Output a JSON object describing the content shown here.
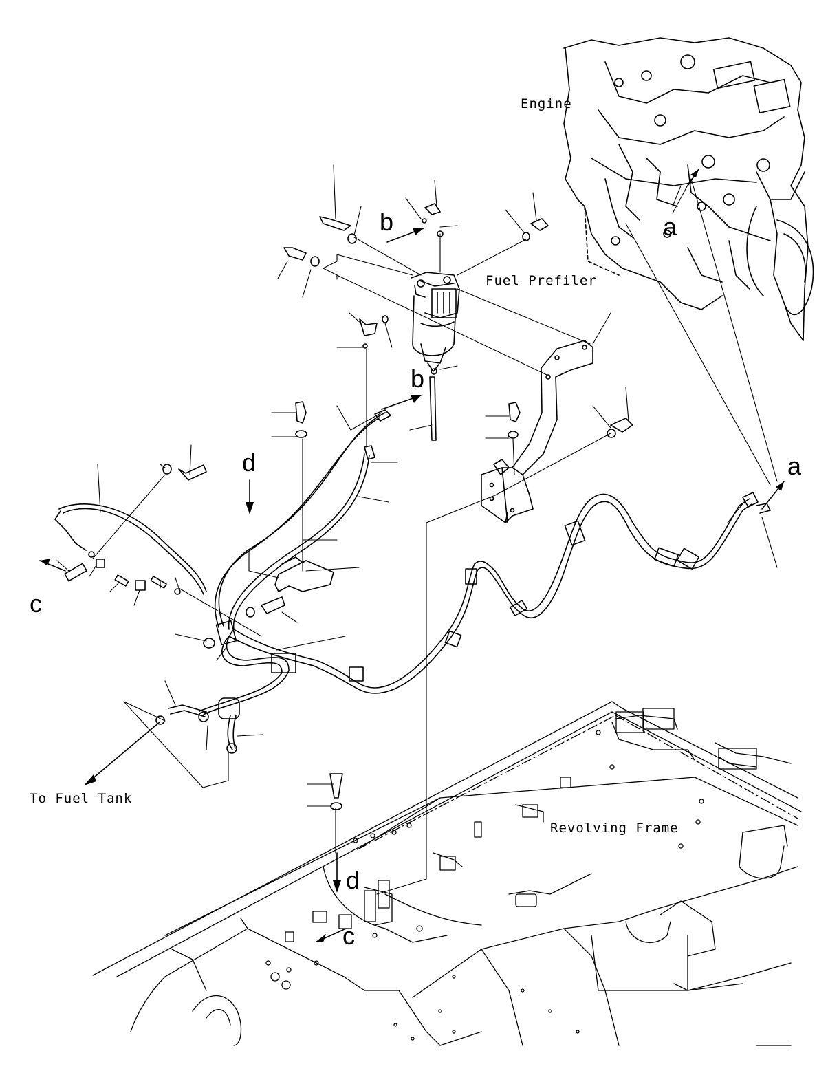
{
  "labels": {
    "engine": "Engine",
    "fuel_prefilter": "Fuel Prefiler",
    "to_fuel_tank": "To Fuel Tank",
    "revolving_frame": "Revolving Frame"
  },
  "refs": {
    "a1": "a",
    "a2": "a",
    "b1": "b",
    "b2": "b",
    "c1": "c",
    "c2": "c",
    "d1": "d",
    "d2": "d"
  }
}
